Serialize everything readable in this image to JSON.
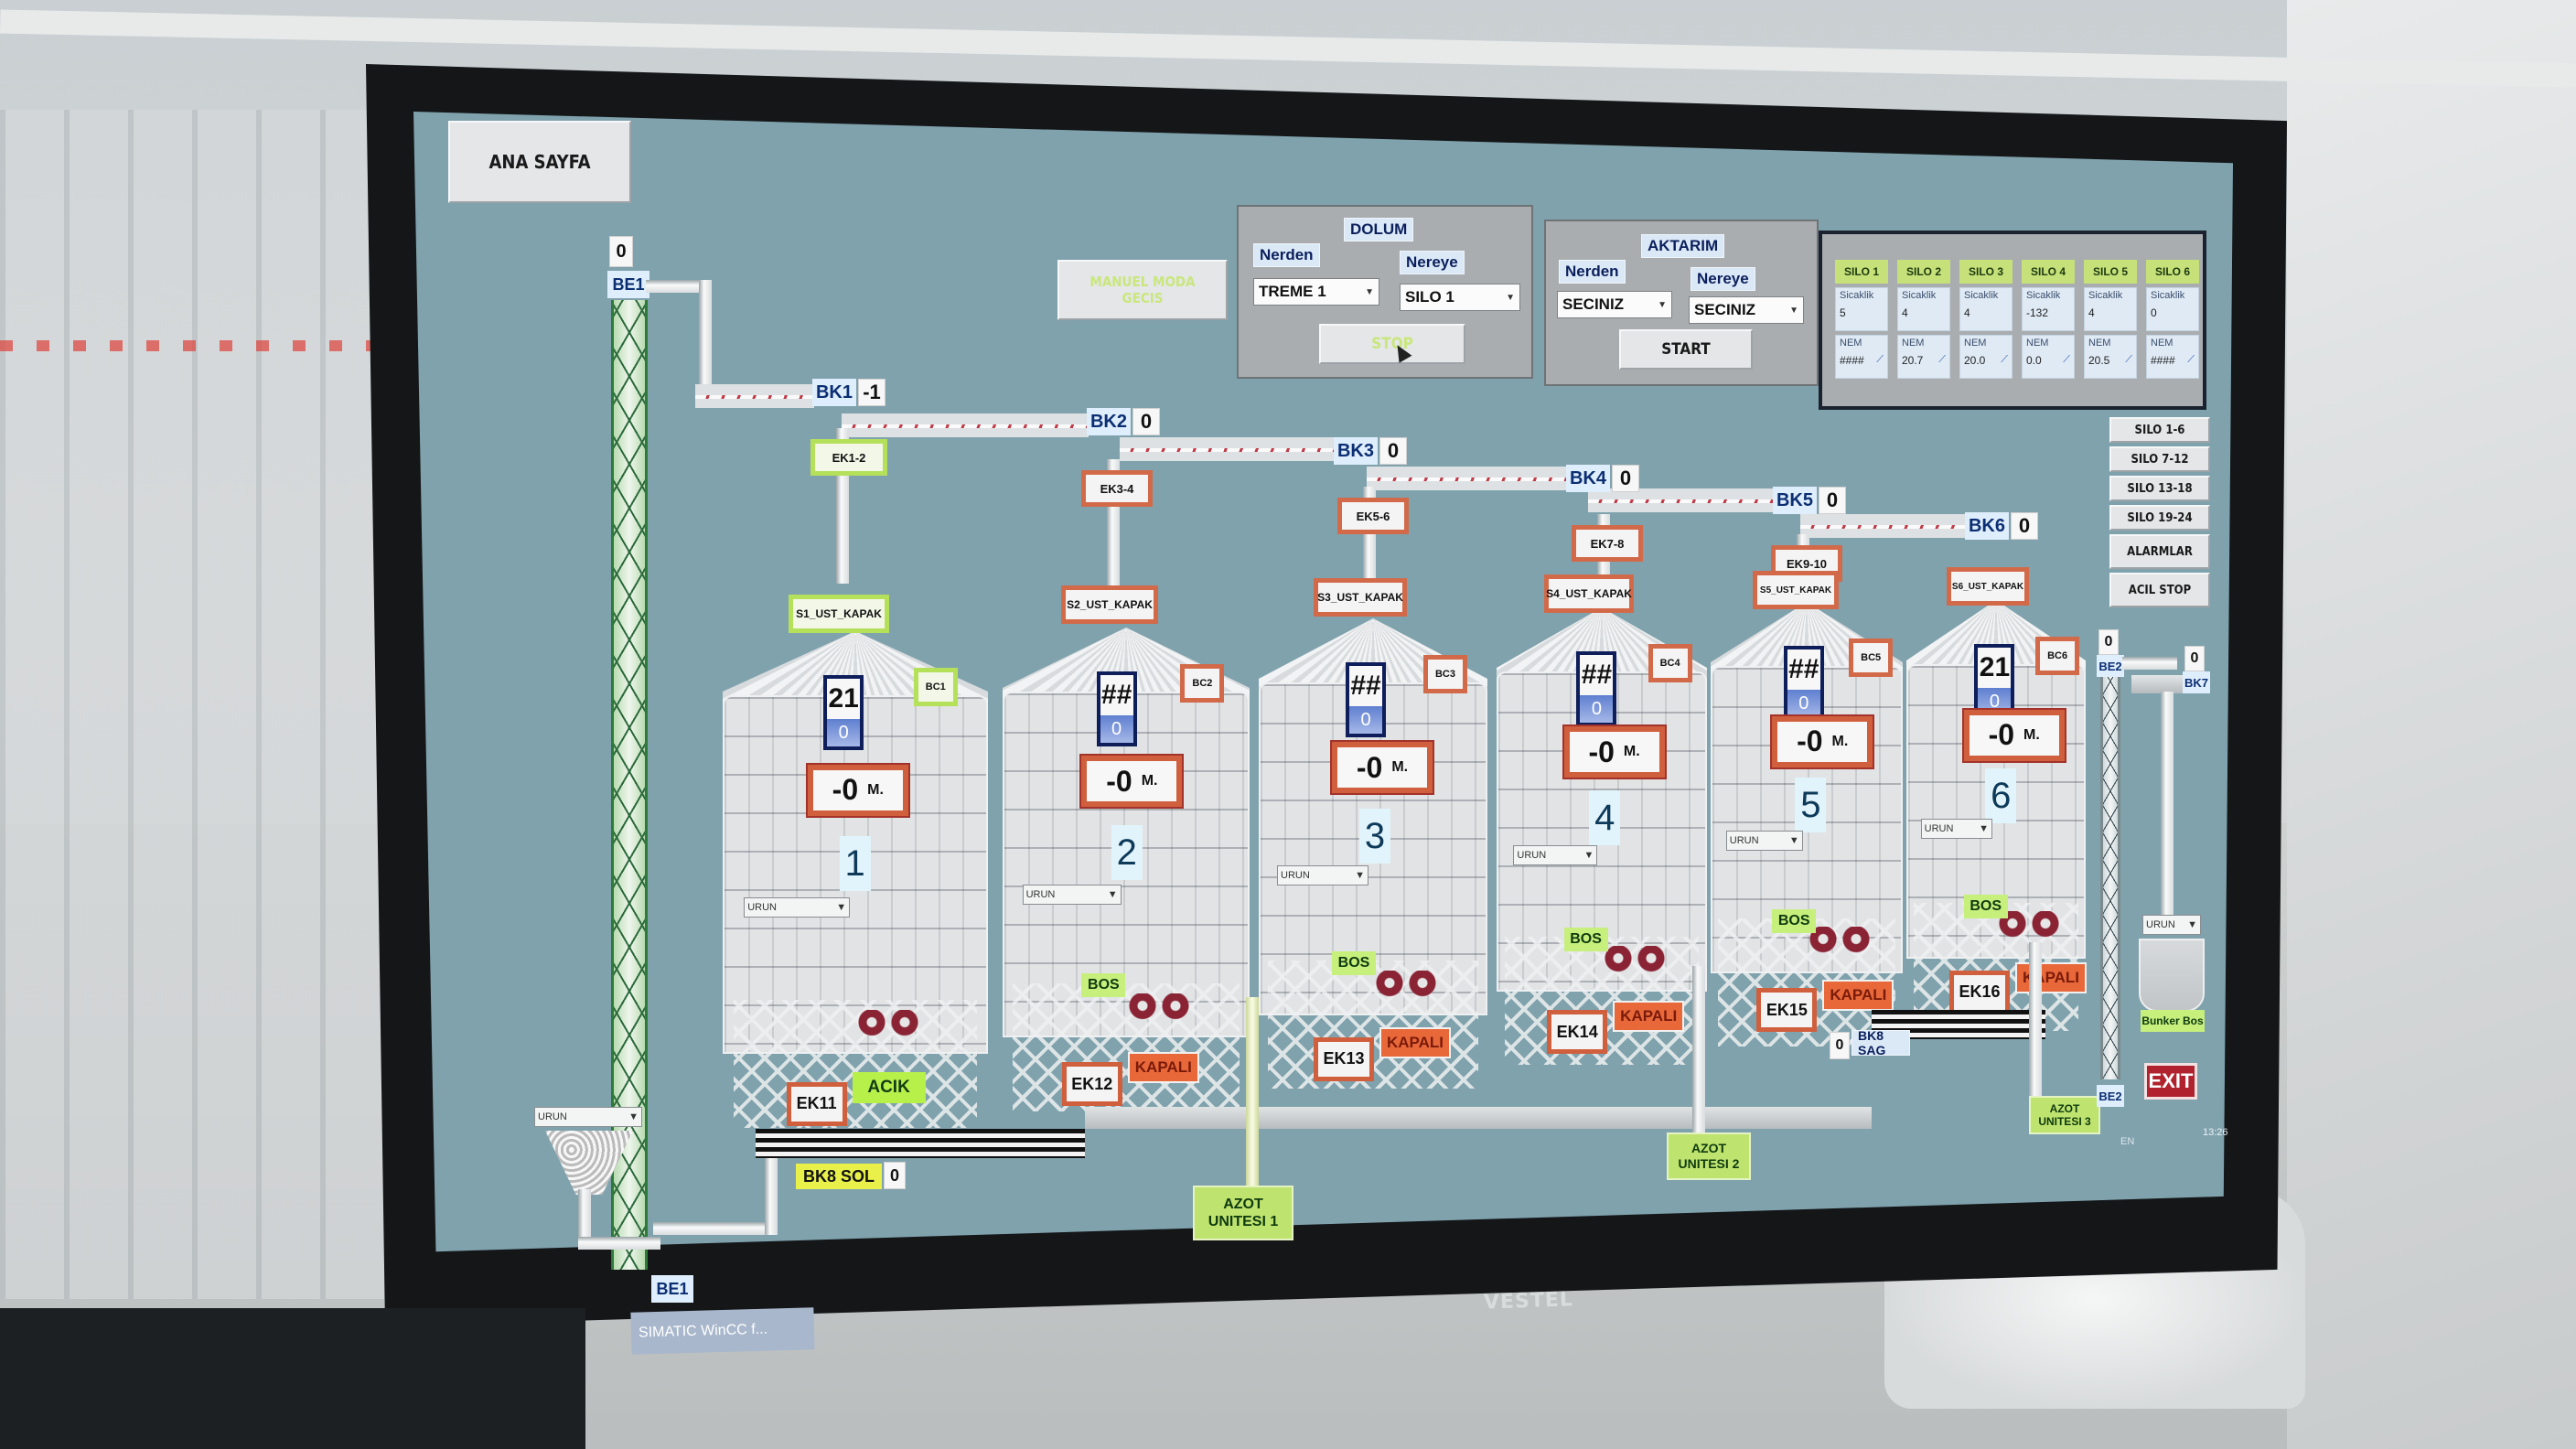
{
  "app": {
    "monitor_brand": "VESTEL",
    "taskbar_item": "SIMATIC WinCC f...",
    "tray": {
      "language": "EN",
      "time": "13:26"
    }
  },
  "nav": {
    "home_button": "ANA SAYFA",
    "manual_mode_button": [
      "MANUEL MODA",
      "GECIS"
    ],
    "side_buttons": [
      "SILO 1-6",
      "SILO 7-12",
      "SILO 13-18",
      "SILO 19-24",
      "ALARMLAR",
      "ACIL STOP"
    ],
    "exit_button": "EXIT"
  },
  "dolum": {
    "title": "DOLUM",
    "from_label": "Nerden",
    "to_label": "Nereye",
    "from_value": "TREME 1",
    "to_value": "SILO 1",
    "start_label": "STOP"
  },
  "aktarim": {
    "title": "AKTARIM",
    "from_label": "Nerden",
    "to_label": "Nereye",
    "from_value": "SECINIZ",
    "to_value": "SECINIZ",
    "start_label": "START"
  },
  "silo_status": {
    "temp_label": "Sicaklik",
    "humidity_label": "NEM",
    "silos": [
      {
        "name": "SILO 1",
        "temp": "5",
        "humidity": "####"
      },
      {
        "name": "SILO 2",
        "temp": "4",
        "humidity": "20.7"
      },
      {
        "name": "SILO 3",
        "temp": "4",
        "humidity": "20.0"
      },
      {
        "name": "SILO 4",
        "temp": "-132",
        "humidity": "0.0"
      },
      {
        "name": "SILO 5",
        "temp": "4",
        "humidity": "20.5"
      },
      {
        "name": "SILO 6",
        "temp": "0",
        "humidity": "####"
      }
    ]
  },
  "elevators": {
    "be1_top": {
      "label": "BE1",
      "value": "0"
    },
    "be1_bottom": {
      "label": "BE1"
    },
    "be2": {
      "label": "BE2",
      "value": "0"
    }
  },
  "conveyors": [
    {
      "label": "BK1",
      "value": "-1"
    },
    {
      "label": "BK2",
      "value": "0"
    },
    {
      "label": "BK3",
      "value": "0"
    },
    {
      "label": "BK4",
      "value": "0"
    },
    {
      "label": "BK5",
      "value": "0"
    },
    {
      "label": "BK6",
      "value": "0"
    },
    {
      "label": "BK7",
      "value": "0"
    }
  ],
  "bottom_conveyors": {
    "left": {
      "label": "BK8 SOL",
      "value": "0"
    },
    "right": {
      "label": "BK8 SAG",
      "value": "0"
    }
  },
  "gates": [
    "EK1-2",
    "EK3-4",
    "EK5-6",
    "EK7-8",
    "EK9-10"
  ],
  "silos": [
    {
      "number": "1",
      "level": "21",
      "level_unit": "0",
      "meter": "-0",
      "meter_unit": "M.",
      "cover": "S1_UST_KAPAK",
      "bc": "BC1",
      "product": "URUN",
      "bottom_gate": "EK11",
      "gate_state": "ACIK",
      "bos": ""
    },
    {
      "number": "2",
      "level": "##",
      "level_unit": "0",
      "meter": "-0",
      "meter_unit": "M.",
      "cover": "S2_UST_KAPAK",
      "bc": "BC2",
      "product": "URUN",
      "bottom_gate": "EK12",
      "gate_state": "KAPALI",
      "bos": "BOS"
    },
    {
      "number": "3",
      "level": "##",
      "level_unit": "0",
      "meter": "-0",
      "meter_unit": "M.",
      "cover": "S3_UST_KAPAK",
      "bc": "BC3",
      "product": "URUN",
      "bottom_gate": "EK13",
      "gate_state": "KAPALI",
      "bos": "BOS"
    },
    {
      "number": "4",
      "level": "##",
      "level_unit": "0",
      "meter": "-0",
      "meter_unit": "M.",
      "cover": "S4_UST_KAPAK",
      "bc": "BC4",
      "product": "URUN",
      "bottom_gate": "EK14",
      "gate_state": "KAPALI",
      "bos": "BOS"
    },
    {
      "number": "5",
      "level": "##",
      "level_unit": "0",
      "meter": "-0",
      "meter_unit": "M.",
      "cover": "S5_UST_KAPAK",
      "bc": "BC5",
      "product": "URUN",
      "bottom_gate": "EK15",
      "gate_state": "KAPALI",
      "bos": "BOS"
    },
    {
      "number": "6",
      "level": "21",
      "level_unit": "0",
      "meter": "-0",
      "meter_unit": "M.",
      "cover": "S6_UST_KAPAK",
      "bc": "BC6",
      "product": "URUN",
      "bottom_gate": "EK16",
      "gate_state": "KAPALI",
      "bos": "BOS"
    }
  ],
  "intake": {
    "product": "URUN"
  },
  "bunker": {
    "product": "URUN",
    "status": "Bunker Bos"
  },
  "nitrogen_units": [
    [
      "AZOT",
      "UNITESI 1"
    ],
    [
      "AZOT",
      "UNITESI 2"
    ],
    [
      "AZOT",
      "UNITESI 3"
    ]
  ]
}
